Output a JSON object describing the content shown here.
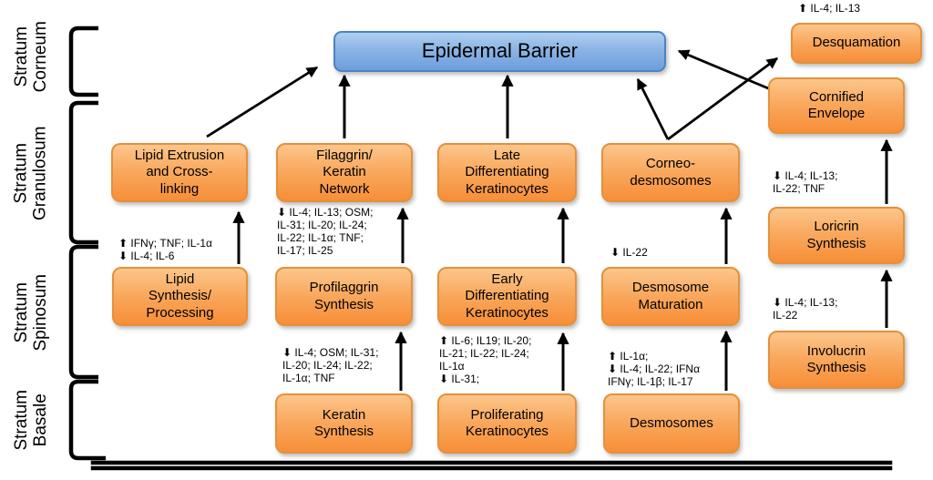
{
  "barrier": {
    "label": "Epidermal Barrier"
  },
  "strata": [
    {
      "label": "Stratum\nCorneum"
    },
    {
      "label": "Stratum\nGranulosum"
    },
    {
      "label": "Stratum\nSpinosum"
    },
    {
      "label": "Stratum\nBasale"
    }
  ],
  "boxes": {
    "lipid_extrusion": "Lipid Extrusion\nand Cross-\nlinking",
    "filaggrin_network": "Filaggrin/\nKeratin\nNetwork",
    "late_differentiating": "Late\nDifferentiating\nKeratinocytes",
    "corneodesmosomes": "Corneo-\ndesmosomes",
    "desquamation": "Desquamation",
    "cornified_envelope": "Cornified\nEnvelope",
    "lipid_synthesis": "Lipid\nSynthesis/\nProcessing",
    "profilaggrin_synthesis": "Profilaggrin\nSynthesis",
    "early_differentiating": "Early\nDifferentiating\nKeratinocytes",
    "desmosome_maturation": "Desmosome\nMaturation",
    "loricrin_synthesis": "Loricrin\nSynthesis",
    "keratin_synthesis": "Keratin\nSynthesis",
    "proliferating": "Proliferating\nKeratinocytes",
    "desmosomes": "Desmosomes",
    "involucrin_synthesis": "Involucrin\nSynthesis"
  },
  "annotations": {
    "lipid": "⬆ IFNγ; TNF; IL-1α\n⬇ IL-4; IL-6",
    "filaggrin": "⬇ IL-4; IL-13; OSM;\nIL-31; IL-20; IL-24;\nIL-22; IL-1α; TNF;\nIL-17; IL-25",
    "keratin": "⬇ IL-4; OSM; IL-31;\nIL-20; IL-24; IL-22;\nIL-1α; TNF",
    "early_diff": "⬆ IL-6; IL19; IL-20;\nIL-21; IL-22; IL-24;\nIL-1α\n⬇ IL-31;",
    "corneodesmosome": "⬇ IL-22",
    "desmosome": "⬆ IL-1α;\n⬇ IL-4; IL-22; IFNα\nIFNγ; IL-1β; IL-17",
    "desquamation": "⬆ IL-4; IL-13",
    "loricrin": "⬇ IL-4; IL-13;\nIL-22; TNF",
    "involucrin": "⬇ IL-4; IL-13;\nIL-22"
  },
  "colors": {
    "box_orange": "#f78e38",
    "box_orange_border": "#e2913d",
    "box_blue": "#6d9edd",
    "box_blue_border": "#4d82c2",
    "arrow": "#000000"
  }
}
